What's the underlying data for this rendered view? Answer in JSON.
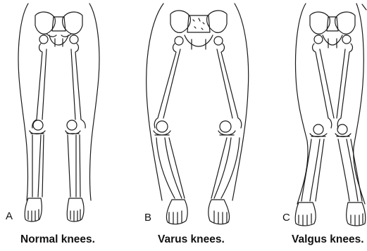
{
  "panels": [
    {
      "letter": "A",
      "caption": "Normal knees."
    },
    {
      "letter": "B",
      "caption": "Varus knees."
    },
    {
      "letter": "C",
      "caption": "Valgus knees."
    }
  ],
  "colors": {
    "line": "#1a1a1a",
    "background": "#ffffff"
  }
}
